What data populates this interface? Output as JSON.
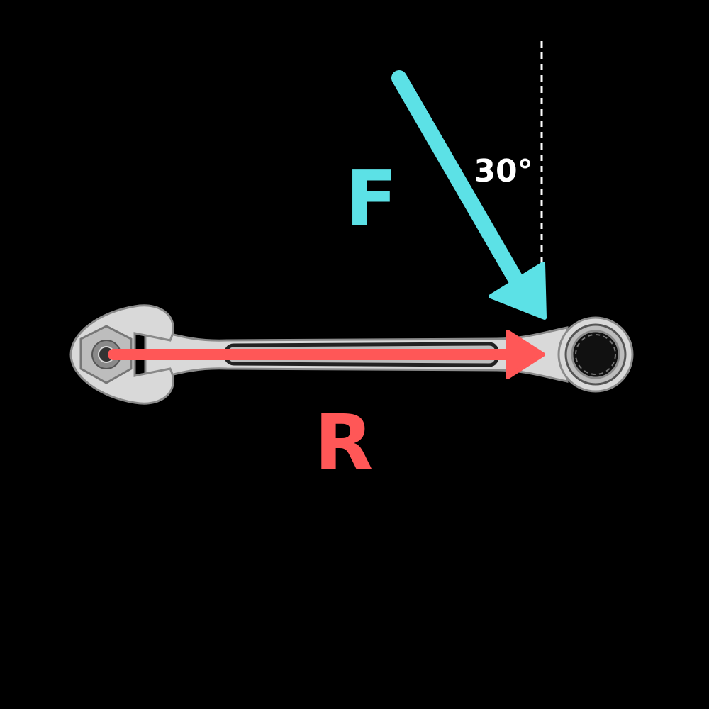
{
  "diagram": {
    "force_label": "F",
    "radius_label": "R",
    "angle_label": "30°",
    "colors": {
      "background": "#000000",
      "force": "#5ce1e6",
      "radius": "#ff5757",
      "angle_text": "#ffffff",
      "reference_line": "#ffffff",
      "wrench_light": "#d9d9d9",
      "wrench_mid": "#bdbdbd",
      "wrench_dark": "#8a8a8a"
    },
    "icons": [
      "wrench-icon",
      "nut-icon"
    ]
  }
}
